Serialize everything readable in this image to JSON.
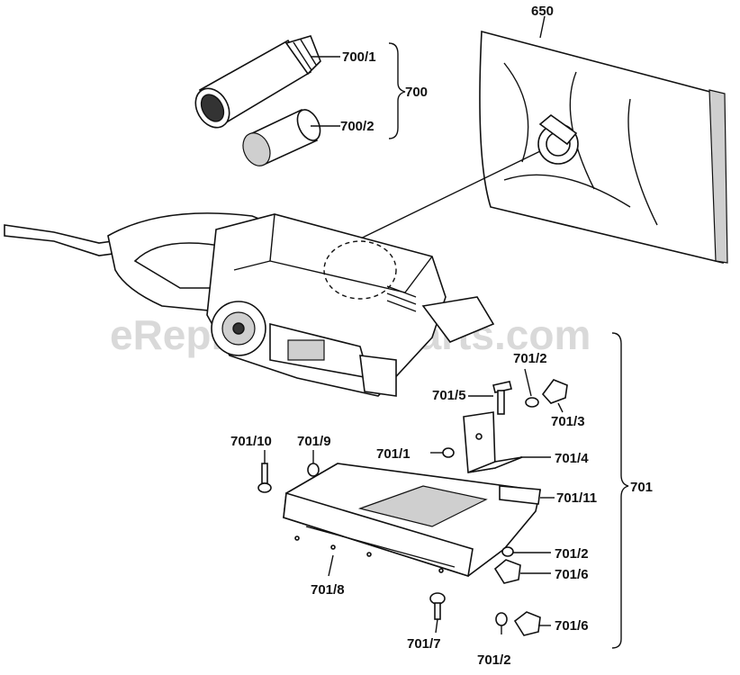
{
  "watermark": "eReplacementParts.com",
  "labels": {
    "l650": "650",
    "l700_1": "700/1",
    "l700": "700",
    "l700_2": "700/2",
    "l701_2a": "701/2",
    "l701_5": "701/5",
    "l701_3": "701/3",
    "l701_1": "701/1",
    "l701_4": "701/4",
    "l701_10": "701/10",
    "l701_9": "701/9",
    "l701_11": "701/11",
    "l701": "701",
    "l701_2b": "701/2",
    "l701_6a": "701/6",
    "l701_8": "701/8",
    "l701_6b": "701/6",
    "l701_7": "701/7",
    "l701_2c": "701/2"
  }
}
